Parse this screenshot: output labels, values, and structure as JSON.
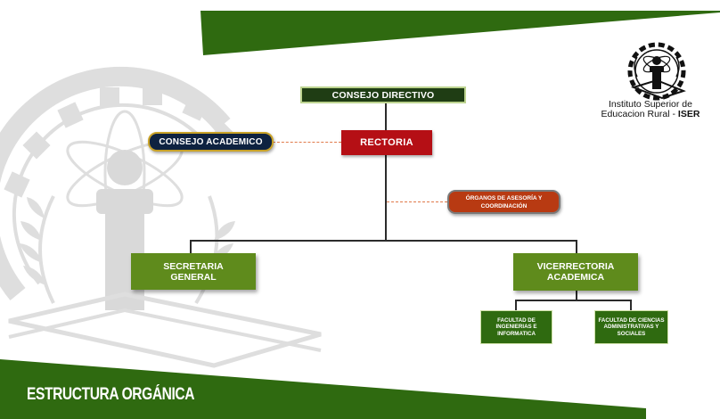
{
  "nodes": {
    "consejo_directivo": "CONSEJO DIRECTIVO",
    "rectoria": "RECTORIA",
    "consejo_academico": "CONSEJO ACADEMICO",
    "organos": "ÓRGANOS DE ASESORÍA Y COORDINACIÓN",
    "secretaria_general": "SECRETARIA GENERAL",
    "vicerrectoria_academica": "VICERRECTORIA ACADEMICA",
    "facultad_ingenierias": "FACULTAD DE INGENIERIAS E INFORMATICA",
    "facultad_ciencias": "FACULTAD DE CIENCIAS ADMINISTRATIVAS Y SOCIALES"
  },
  "brand": {
    "line1": "Instituto Superior de",
    "line2_prefix": "Educacion Rural - ",
    "line2_bold": "ISER"
  },
  "footer": {
    "title": "ESTRUCTURA ORGÁNICA"
  },
  "colors": {
    "banner_green": "#2f6a10",
    "olive": "#5f8b1c",
    "rectoria_red": "#b50f15",
    "consejo_academico_navy": "#0e2240",
    "organos_orange": "#b83a12"
  }
}
